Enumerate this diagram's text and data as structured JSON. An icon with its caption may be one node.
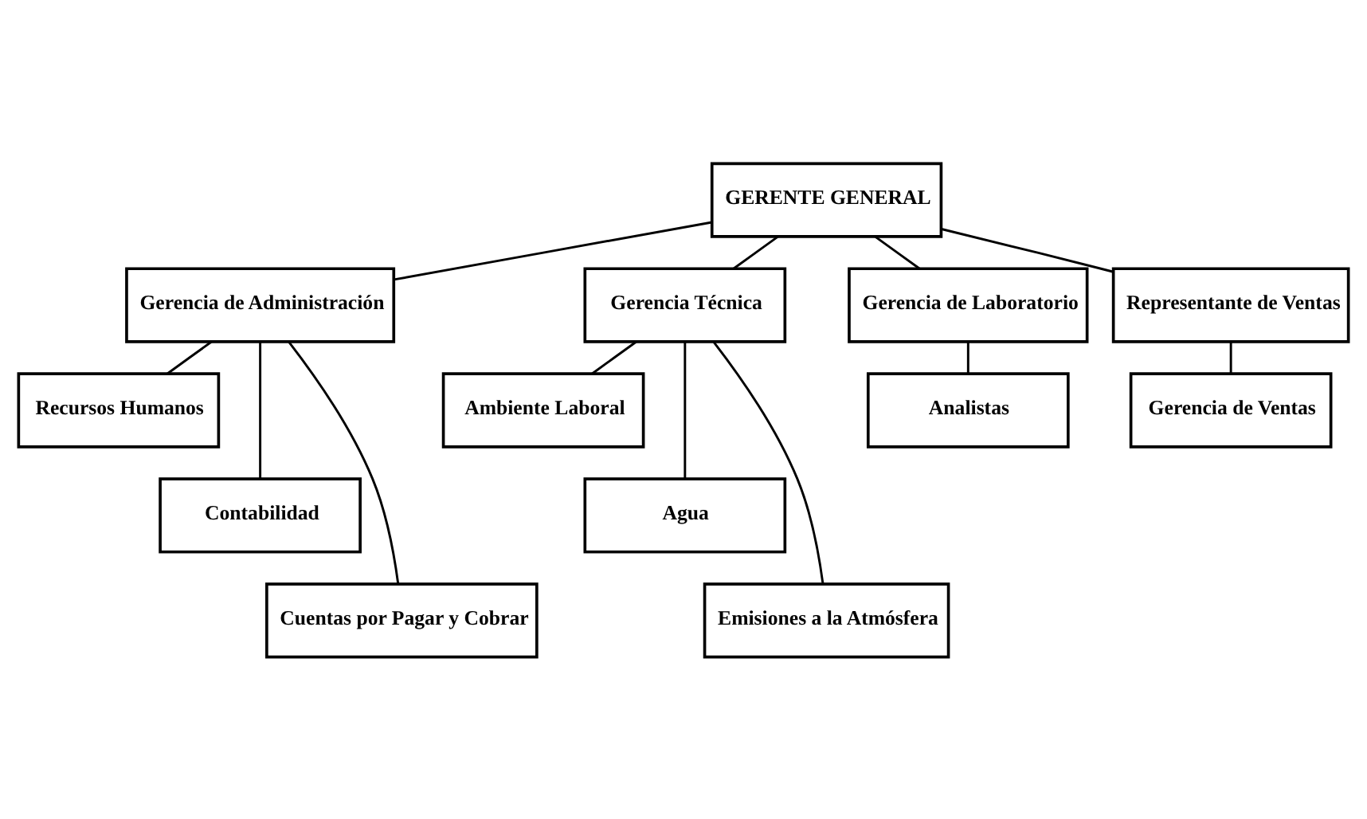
{
  "diagram": {
    "nodes": [
      {
        "text": [
          "GERENTE GENERAL"
        ]
      },
      {
        "text": [
          "Gerencia de Administración"
        ]
      },
      {
        "text": [
          "Recursos Humanos"
        ]
      },
      {
        "text": [
          "Contabilidad"
        ]
      },
      {
        "text": [
          "Cuentas por Pagar y Cobrar"
        ]
      },
      {
        "text": [
          "Gerencia Técnica"
        ]
      },
      {
        "text": [
          "Ambiente Laboral"
        ]
      },
      {
        "text": [
          "Agua"
        ]
      },
      {
        "text": [
          "Emisiones a la Atmósfera"
        ]
      },
      {
        "text": [
          "Gerencia de Laboratorio"
        ]
      },
      {
        "text": [
          "Analistas"
        ]
      },
      {
        "text": [
          "Representante de Ventas"
        ]
      },
      {
        "text": [
          "Gerencia de Ventas"
        ]
      }
    ],
    "edges": [
      {
        "from": 0,
        "to": 1,
        "arrow": "none"
      },
      {
        "from": 0,
        "to": 5,
        "arrow": "none"
      },
      {
        "from": 0,
        "to": 9,
        "arrow": "none"
      },
      {
        "from": 0,
        "to": 11,
        "arrow": "none"
      },
      {
        "from": 1,
        "to": 2,
        "arrow": "none"
      },
      {
        "from": 1,
        "to": 3,
        "arrow": "none"
      },
      {
        "from": 1,
        "to": 4,
        "arrow": "none"
      },
      {
        "from": 5,
        "to": 6,
        "arrow": "none"
      },
      {
        "from": 5,
        "to": 7,
        "arrow": "none"
      },
      {
        "from": 5,
        "to": 8,
        "arrow": "none"
      },
      {
        "from": 9,
        "to": 10,
        "arrow": "none"
      },
      {
        "from": 11,
        "to": 12,
        "arrow": "none"
      }
    ]
  }
}
